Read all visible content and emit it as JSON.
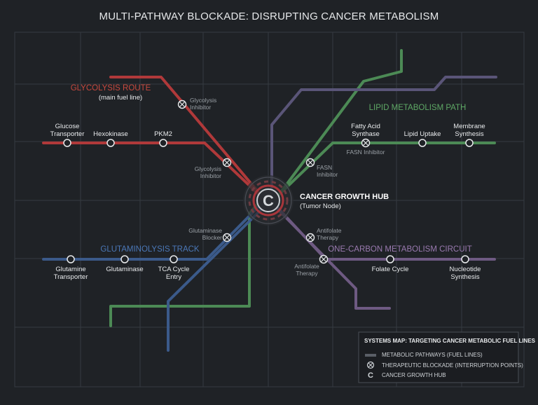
{
  "title": "MULTI-PATHWAY BLOCKADE: DISRUPTING CANCER METABOLISM",
  "colors": {
    "background": "#1f2226",
    "grid": "#363b41",
    "glycolysis": "#b0393a",
    "lipid": "#4c8a55",
    "glutaminolysis": "#3b5a8a",
    "one_carbon": "#6e5a82",
    "hub_line": "#5a5578",
    "text": "#e8eaec"
  },
  "routes": {
    "glycolysis": {
      "name": "GLYCOLYSIS ROUTE",
      "sub": "(main fuel line)"
    },
    "lipid": {
      "name": "LIPID METABOLISM PATH"
    },
    "glutaminolysis": {
      "name": "GLUTAMINOLYSIS TRACK"
    },
    "one_carbon": {
      "name": "ONE-CARBON METABOLISM CIRCUIT"
    }
  },
  "stations": {
    "glucose": [
      "Glucose",
      "Transporter"
    ],
    "hexokinase": [
      "Hexokinase"
    ],
    "pkm2": [
      "PKM2"
    ],
    "fatty_acid": [
      "Fatty Acid",
      "Synthase"
    ],
    "lipid_uptake": [
      "Lipid Uptake"
    ],
    "membrane": [
      "Membrane",
      "Synthesis"
    ],
    "glutamine": [
      "Glutamine",
      "Transporter"
    ],
    "glutaminase": [
      "Glutaminase"
    ],
    "tca": [
      "TCA Cycle",
      "Entry"
    ],
    "folate": [
      "Folate Cycle"
    ],
    "nucleotide": [
      "Nucleotide",
      "Synthesis"
    ]
  },
  "blockades": {
    "glyco1": [
      "Glycolysis",
      "Inhibitor"
    ],
    "glyco2": [
      "Glycolysis",
      "Inhibitor"
    ],
    "fasn1": [
      "FASN Inhibitor"
    ],
    "fasn2": [
      "FASN",
      "Inhibitor"
    ],
    "glut": [
      "Glutaminase",
      "Blocker"
    ],
    "anti1": [
      "Antifolate",
      "Therapy"
    ],
    "anti2": [
      "Antifolate",
      "Therapy"
    ]
  },
  "hub": {
    "symbol": "C",
    "name": "CANCER GROWTH HUB",
    "sub": "(Tumor Node)"
  },
  "legend": {
    "title": "SYSTEMS MAP: TARGETING CANCER METABOLIC FUEL LINES",
    "items": [
      {
        "icon": "line-swatch",
        "label": "METABOLIC PATHWAYS (FUEL LINES)"
      },
      {
        "icon": "blockade-icon",
        "label": "THERAPEUTIC BLOCKADE (INTERRUPTION POINTS)"
      },
      {
        "icon": "hub-icon",
        "label": "CANCER GROWTH HUB"
      }
    ]
  }
}
